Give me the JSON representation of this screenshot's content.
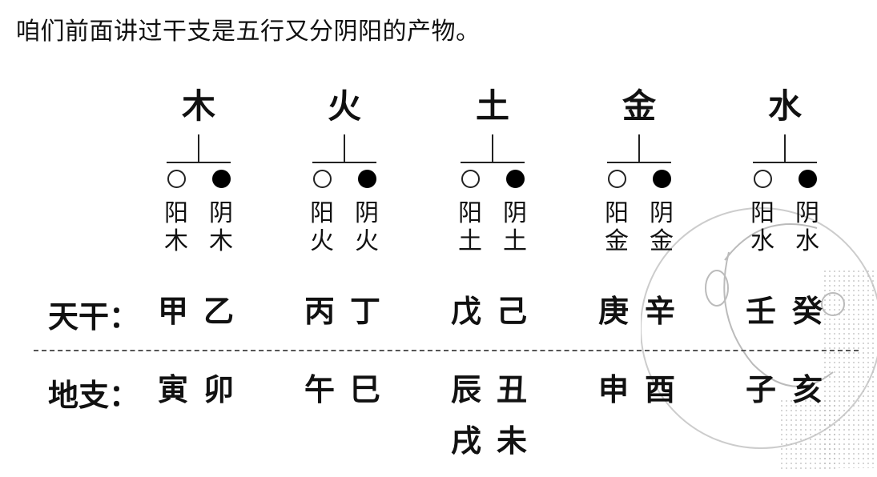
{
  "intro_text": "咱们前面讲过干支是五行又分阴阳的产物。",
  "columns": [
    {
      "element": "木",
      "yang": "阳",
      "yin": "阴",
      "yang_sub": "木",
      "yin_sub": "木"
    },
    {
      "element": "火",
      "yang": "阳",
      "yin": "阴",
      "yang_sub": "火",
      "yin_sub": "火"
    },
    {
      "element": "土",
      "yang": "阳",
      "yin": "阴",
      "yang_sub": "土",
      "yin_sub": "土"
    },
    {
      "element": "金",
      "yang": "阳",
      "yin": "阴",
      "yang_sub": "金",
      "yin_sub": "金"
    },
    {
      "element": "水",
      "yang": "阳",
      "yin": "阴",
      "yang_sub": "水",
      "yin_sub": "水"
    }
  ],
  "rows": {
    "tiangan_label": "天干：",
    "dizhi_label": "地支：",
    "tiangan": [
      "甲",
      "乙",
      "丙",
      "丁",
      "戊",
      "己",
      "庚",
      "辛",
      "壬",
      "癸"
    ],
    "dizhi": [
      "寅",
      "卯",
      "午",
      "巳",
      "辰",
      "丑",
      "申",
      "酉",
      "子",
      "亥"
    ],
    "dizhi_extra": [
      "戌",
      "未"
    ]
  }
}
